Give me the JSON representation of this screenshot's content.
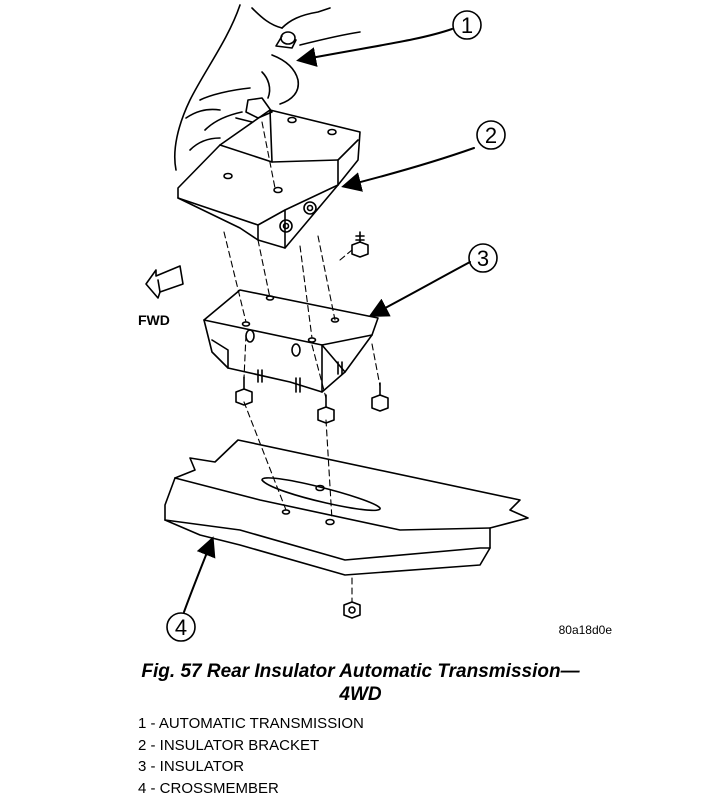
{
  "figure": {
    "image_code": "80a18d0e",
    "fwd_label": "FWD",
    "caption_line1": "Fig. 57 Rear Insulator Automatic Transmission—",
    "caption_line2": "4WD"
  },
  "callouts": [
    {
      "number": "1",
      "description": "AUTOMATIC TRANSMISSION"
    },
    {
      "number": "2",
      "description": "INSULATOR BRACKET"
    },
    {
      "number": "3",
      "description": "INSULATOR"
    },
    {
      "number": "4",
      "description": "CROSSMEMBER"
    }
  ],
  "legend": [
    "1 - AUTOMATIC TRANSMISSION",
    "2 - INSULATOR BRACKET",
    "3 - INSULATOR",
    "4 - CROSSMEMBER"
  ]
}
